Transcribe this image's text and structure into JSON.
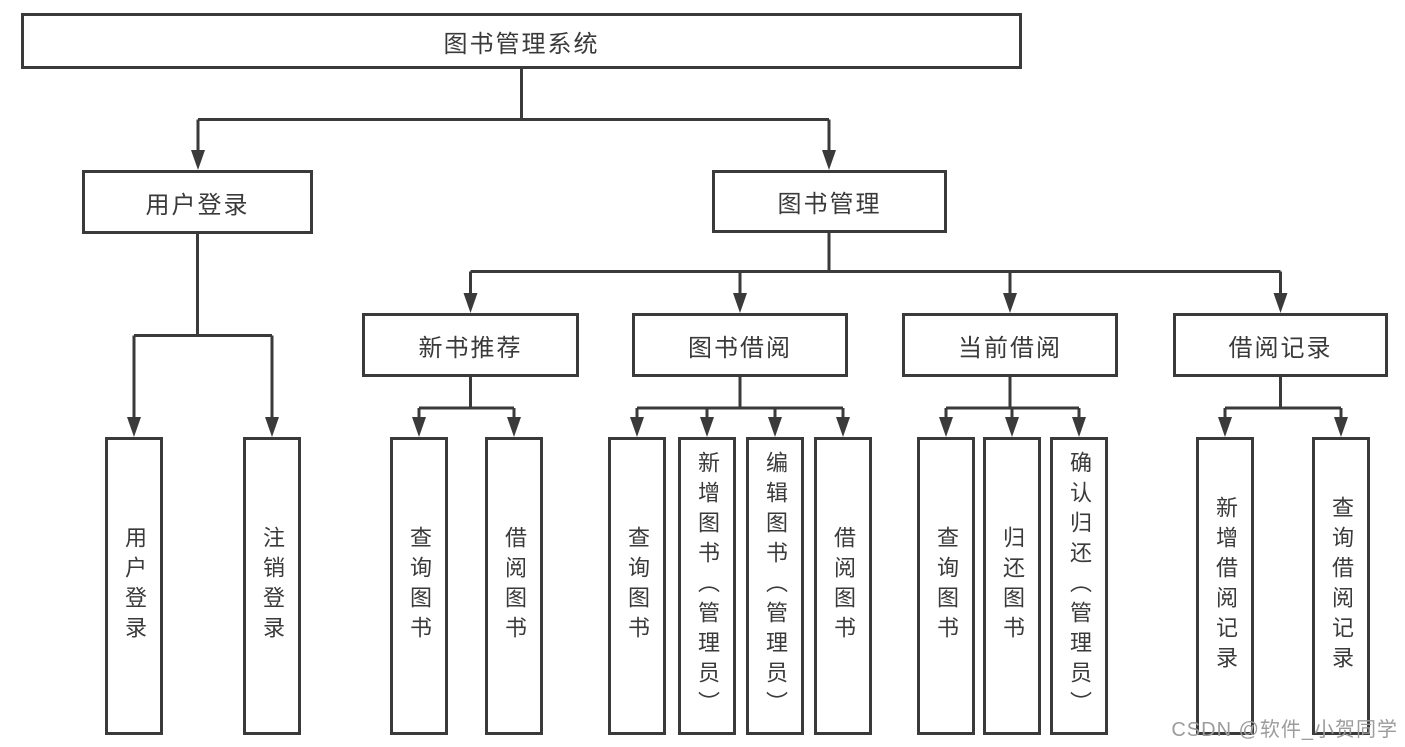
{
  "colors": {
    "line": "#3a3a3a",
    "box_border": "#3a3a3a",
    "text": "#3a3a3a",
    "box_background": "#ffffff",
    "page_background": "#ffffff",
    "watermark": "#9c9c9c"
  },
  "watermark": {
    "text": "CSDN @软件_小贺同学"
  },
  "tree": {
    "label": "图书管理系统",
    "children": [
      {
        "label": "用户登录",
        "children": [
          {
            "label": "用户登录"
          },
          {
            "label": "注销登录"
          }
        ]
      },
      {
        "label": "图书管理",
        "children": [
          {
            "label": "新书推荐",
            "children": [
              {
                "label": "查询图书"
              },
              {
                "label": "借阅图书"
              }
            ]
          },
          {
            "label": "图书借阅",
            "children": [
              {
                "label": "查询图书"
              },
              {
                "label": "新增图书（管理员）"
              },
              {
                "label": "编辑图书（管理员）"
              },
              {
                "label": "借阅图书"
              }
            ]
          },
          {
            "label": "当前借阅",
            "children": [
              {
                "label": "查询图书"
              },
              {
                "label": "归还图书"
              },
              {
                "label": "确认归还（管理员）"
              }
            ]
          },
          {
            "label": "借阅记录",
            "children": [
              {
                "label": "新增借阅记录"
              },
              {
                "label": "查询借阅记录"
              }
            ]
          }
        ]
      }
    ]
  }
}
